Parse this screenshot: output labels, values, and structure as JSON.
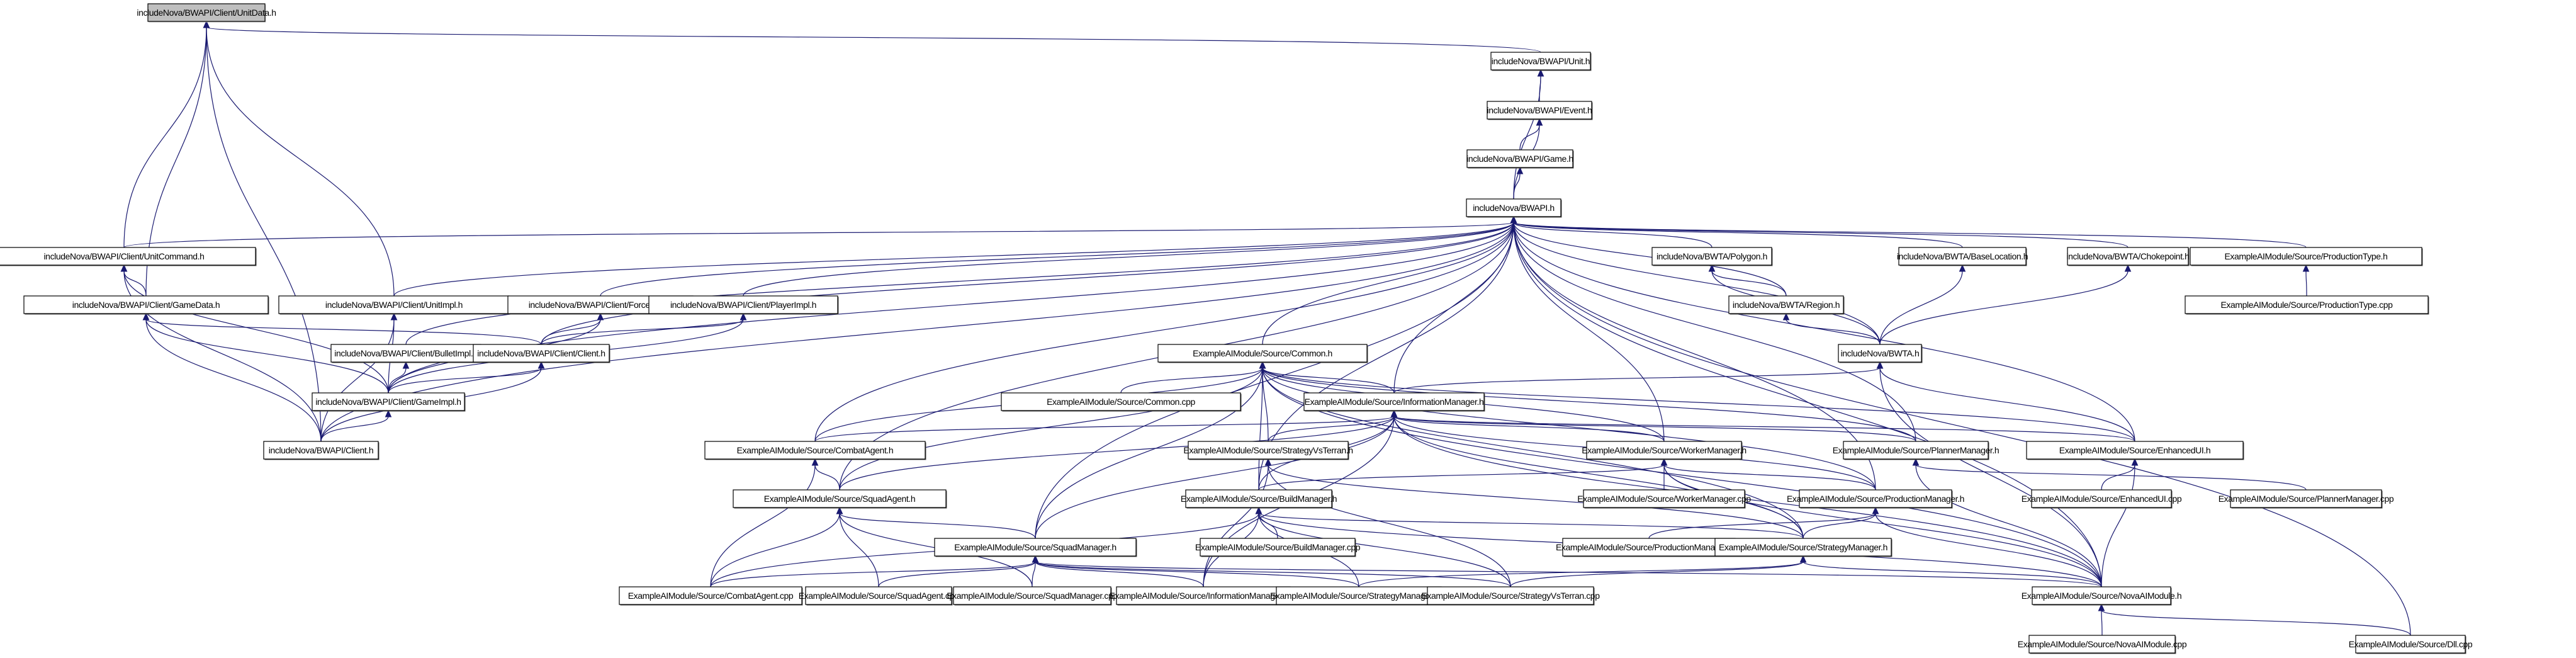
{
  "diagram": {
    "type": "include-dependency-graph",
    "root": "n0",
    "colors": {
      "edge": "#191970",
      "root_fill": "#bfbfbf",
      "node_fill": "#ffffff",
      "border": "#000000"
    },
    "nodes": [
      {
        "id": "n0",
        "label": "includeNova/BWAPI/Client/UnitData.h"
      },
      {
        "id": "n1",
        "label": "includeNova/BWAPI/Unit.h"
      },
      {
        "id": "n2",
        "label": "includeNova/BWAPI/Event.h"
      },
      {
        "id": "n3",
        "label": "includeNova/BWAPI/Game.h"
      },
      {
        "id": "n4",
        "label": "includeNova/BWAPI.h"
      },
      {
        "id": "n5",
        "label": "includeNova/BWAPI/Client/UnitCommand.h"
      },
      {
        "id": "n6",
        "label": "includeNova/BWAPI/Client/GameData.h"
      },
      {
        "id": "n7",
        "label": "includeNova/BWAPI/Client/UnitImpl.h"
      },
      {
        "id": "n8",
        "label": "includeNova/BWAPI/Client/ForceImpl.h"
      },
      {
        "id": "n9",
        "label": "includeNova/BWAPI/Client/PlayerImpl.h"
      },
      {
        "id": "n10",
        "label": "includeNova/BWAPI/Client/BulletImpl.h"
      },
      {
        "id": "n11",
        "label": "includeNova/BWAPI/Client/Client.h"
      },
      {
        "id": "n12",
        "label": "includeNova/BWAPI/Client/GameImpl.h"
      },
      {
        "id": "n13",
        "label": "includeNova/BWAPI/Client.h"
      },
      {
        "id": "n14",
        "label": "includeNova/BWTA/Polygon.h"
      },
      {
        "id": "n15",
        "label": "includeNova/BWTA/Region.h"
      },
      {
        "id": "n16",
        "label": "includeNova/BWTA/BaseLocation.h"
      },
      {
        "id": "n17",
        "label": "includeNova/BWTA/Chokepoint.h"
      },
      {
        "id": "n18",
        "label": "includeNova/BWTA.h"
      },
      {
        "id": "n19",
        "label": "ExampleAIModule/Source/ProductionType.h"
      },
      {
        "id": "n20",
        "label": "ExampleAIModule/Source/ProductionType.cpp"
      },
      {
        "id": "n21",
        "label": "ExampleAIModule/Source/Common.h"
      },
      {
        "id": "n22",
        "label": "ExampleAIModule/Source/Common.cpp"
      },
      {
        "id": "n23",
        "label": "ExampleAIModule/Source/InformationManager.h"
      },
      {
        "id": "n24",
        "label": "ExampleAIModule/Source/CombatAgent.h"
      },
      {
        "id": "n25",
        "label": "ExampleAIModule/Source/StrategyVsTerran.h"
      },
      {
        "id": "n26",
        "label": "ExampleAIModule/Source/WorkerManager.h"
      },
      {
        "id": "n27",
        "label": "ExampleAIModule/Source/PlannerManager.h"
      },
      {
        "id": "n28",
        "label": "ExampleAIModule/Source/EnhancedUI.h"
      },
      {
        "id": "n29",
        "label": "ExampleAIModule/Source/SquadAgent.h"
      },
      {
        "id": "n30",
        "label": "ExampleAIModule/Source/BuildManager.h"
      },
      {
        "id": "n31",
        "label": "ExampleAIModule/Source/WorkerManager.cpp"
      },
      {
        "id": "n32",
        "label": "ExampleAIModule/Source/ProductionManager.h"
      },
      {
        "id": "n33",
        "label": "ExampleAIModule/Source/EnhancedUI.cpp"
      },
      {
        "id": "n34",
        "label": "ExampleAIModule/Source/PlannerManager.cpp"
      },
      {
        "id": "n35",
        "label": "ExampleAIModule/Source/SquadManager.h"
      },
      {
        "id": "n36",
        "label": "ExampleAIModule/Source/BuildManager.cpp"
      },
      {
        "id": "n37",
        "label": "ExampleAIModule/Source/ProductionManager.cpp"
      },
      {
        "id": "n38",
        "label": "ExampleAIModule/Source/StrategyManager.h"
      },
      {
        "id": "n39",
        "label": "ExampleAIModule/Source/CombatAgent.cpp"
      },
      {
        "id": "n40",
        "label": "ExampleAIModule/Source/SquadAgent.cpp"
      },
      {
        "id": "n41",
        "label": "ExampleAIModule/Source/SquadManager.cpp"
      },
      {
        "id": "n42",
        "label": "ExampleAIModule/Source/InformationManager.cpp"
      },
      {
        "id": "n43",
        "label": "ExampleAIModule/Source/StrategyManager.cpp"
      },
      {
        "id": "n44",
        "label": "ExampleAIModule/Source/StrategyVsTerran.cpp"
      },
      {
        "id": "n45",
        "label": "ExampleAIModule/Source/NovaAIModule.h"
      },
      {
        "id": "n46",
        "label": "ExampleAIModule/Source/NovaAIModule.cpp"
      },
      {
        "id": "n47",
        "label": "ExampleAIModule/Source/Dll.cpp"
      }
    ],
    "edges": [
      [
        "n1",
        "n0"
      ],
      [
        "n5",
        "n0"
      ],
      [
        "n6",
        "n0"
      ],
      [
        "n7",
        "n0"
      ],
      [
        "n13",
        "n0"
      ],
      [
        "n2",
        "n1"
      ],
      [
        "n4",
        "n1"
      ],
      [
        "n3",
        "n2"
      ],
      [
        "n4",
        "n2"
      ],
      [
        "n4",
        "n3"
      ],
      [
        "n5",
        "n4"
      ],
      [
        "n7",
        "n4"
      ],
      [
        "n8",
        "n4"
      ],
      [
        "n9",
        "n4"
      ],
      [
        "n10",
        "n4"
      ],
      [
        "n11",
        "n4"
      ],
      [
        "n12",
        "n4"
      ],
      [
        "n13",
        "n4"
      ],
      [
        "n14",
        "n4"
      ],
      [
        "n15",
        "n4"
      ],
      [
        "n16",
        "n4"
      ],
      [
        "n17",
        "n4"
      ],
      [
        "n18",
        "n4"
      ],
      [
        "n19",
        "n4"
      ],
      [
        "n21",
        "n4"
      ],
      [
        "n23",
        "n4"
      ],
      [
        "n24",
        "n4"
      ],
      [
        "n26",
        "n4"
      ],
      [
        "n27",
        "n4"
      ],
      [
        "n28",
        "n4"
      ],
      [
        "n29",
        "n4"
      ],
      [
        "n30",
        "n4"
      ],
      [
        "n32",
        "n4"
      ],
      [
        "n35",
        "n4"
      ],
      [
        "n45",
        "n4"
      ],
      [
        "n47",
        "n4"
      ],
      [
        "n6",
        "n5"
      ],
      [
        "n12",
        "n5"
      ],
      [
        "n13",
        "n5"
      ],
      [
        "n11",
        "n6"
      ],
      [
        "n12",
        "n6"
      ],
      [
        "n13",
        "n6"
      ],
      [
        "n12",
        "n7"
      ],
      [
        "n13",
        "n7"
      ],
      [
        "n11",
        "n8"
      ],
      [
        "n12",
        "n8"
      ],
      [
        "n11",
        "n9"
      ],
      [
        "n12",
        "n9"
      ],
      [
        "n12",
        "n10"
      ],
      [
        "n12",
        "n11"
      ],
      [
        "n13",
        "n11"
      ],
      [
        "n13",
        "n12"
      ],
      [
        "n15",
        "n14"
      ],
      [
        "n18",
        "n14"
      ],
      [
        "n18",
        "n15"
      ],
      [
        "n18",
        "n16"
      ],
      [
        "n18",
        "n17"
      ],
      [
        "n20",
        "n19"
      ],
      [
        "n23",
        "n18"
      ],
      [
        "n28",
        "n18"
      ],
      [
        "n45",
        "n18"
      ],
      [
        "n22",
        "n21"
      ],
      [
        "n23",
        "n21"
      ],
      [
        "n24",
        "n21"
      ],
      [
        "n25",
        "n21"
      ],
      [
        "n26",
        "n21"
      ],
      [
        "n27",
        "n21"
      ],
      [
        "n28",
        "n21"
      ],
      [
        "n29",
        "n21"
      ],
      [
        "n30",
        "n21"
      ],
      [
        "n32",
        "n21"
      ],
      [
        "n35",
        "n21"
      ],
      [
        "n38",
        "n21"
      ],
      [
        "n45",
        "n21"
      ],
      [
        "n24",
        "n23"
      ],
      [
        "n25",
        "n23"
      ],
      [
        "n26",
        "n23"
      ],
      [
        "n29",
        "n23"
      ],
      [
        "n30",
        "n23"
      ],
      [
        "n32",
        "n23"
      ],
      [
        "n35",
        "n23"
      ],
      [
        "n38",
        "n23"
      ],
      [
        "n42",
        "n23"
      ],
      [
        "n45",
        "n23"
      ],
      [
        "n28",
        "n23"
      ],
      [
        "n27",
        "n23"
      ],
      [
        "n29",
        "n24"
      ],
      [
        "n39",
        "n24"
      ],
      [
        "n38",
        "n25"
      ],
      [
        "n44",
        "n25"
      ],
      [
        "n42",
        "n25"
      ],
      [
        "n31",
        "n26"
      ],
      [
        "n30",
        "n26"
      ],
      [
        "n32",
        "n26"
      ],
      [
        "n38",
        "n26"
      ],
      [
        "n45",
        "n26"
      ],
      [
        "n34",
        "n27"
      ],
      [
        "n45",
        "n27"
      ],
      [
        "n33",
        "n28"
      ],
      [
        "n45",
        "n28"
      ],
      [
        "n35",
        "n29"
      ],
      [
        "n39",
        "n29"
      ],
      [
        "n40",
        "n29"
      ],
      [
        "n41",
        "n29"
      ],
      [
        "n36",
        "n30"
      ],
      [
        "n38",
        "n30"
      ],
      [
        "n39",
        "n30"
      ],
      [
        "n42",
        "n30"
      ],
      [
        "n43",
        "n30"
      ],
      [
        "n44",
        "n30"
      ],
      [
        "n45",
        "n30"
      ],
      [
        "n37",
        "n32"
      ],
      [
        "n38",
        "n32"
      ],
      [
        "n45",
        "n32"
      ],
      [
        "n39",
        "n35"
      ],
      [
        "n40",
        "n35"
      ],
      [
        "n41",
        "n35"
      ],
      [
        "n42",
        "n35"
      ],
      [
        "n43",
        "n35"
      ],
      [
        "n44",
        "n35"
      ],
      [
        "n45",
        "n35"
      ],
      [
        "n43",
        "n38"
      ],
      [
        "n44",
        "n38"
      ],
      [
        "n45",
        "n38"
      ],
      [
        "n46",
        "n45"
      ],
      [
        "n47",
        "n45"
      ]
    ]
  }
}
